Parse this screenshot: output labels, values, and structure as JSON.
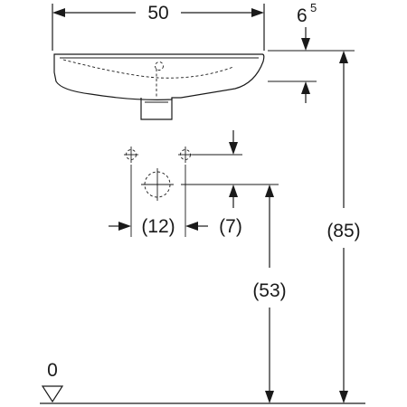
{
  "drawing": {
    "dimensions": {
      "width": "50",
      "rim_height_main": "6",
      "rim_height_sup": "5",
      "hole_spacing": "(12)",
      "hole_offset": "(7)",
      "outlet_height": "(53)",
      "total_height": "(85)",
      "floor_level": "0"
    },
    "colors": {
      "line": "#1a1a1a",
      "background": "#ffffff"
    }
  }
}
